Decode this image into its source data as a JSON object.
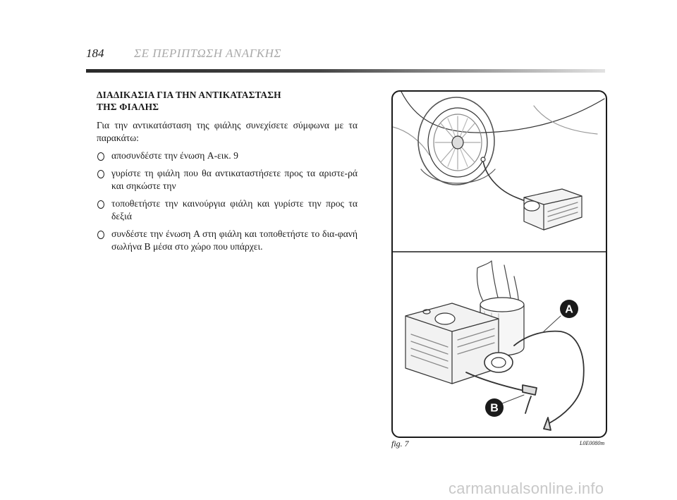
{
  "header": {
    "page_number": "184",
    "section_title": "ΣΕ ΠΕΡΙΠΤΩΣΗ ΑΝΑΓΚΗΣ"
  },
  "content": {
    "heading_line1": "ΔΙΑΔΙΚΑΣΙΑ ΓΙΑ ΤΗΝ ΑΝΤΙΚΑΤΑΣΤΑΣΗ",
    "heading_line2": "ΤΗΣ ΦΙΑΛΗΣ",
    "intro": "Για την αντικατάσταση της φιάλης συνεχίσετε σύμφωνα με τα παρακάτω:",
    "steps": [
      "αποσυνδέστε την ένωση A-εικ. 9",
      "γυρίστε τη φιάλη που θα αντικαταστήσετε προς τα αριστε-ρά και σηκώστε την",
      "τοποθετήστε την καινούργια φιάλη και γυρίστε την προς τα δεξιά",
      "συνδέστε την ένωση A στη φιάλη και τοποθετήστε το δια-φανή σωλήνα B μέσα στο χώρο που υπάρχει."
    ]
  },
  "figure": {
    "label_a": "A",
    "label_b": "B",
    "caption": "fig. 7",
    "code": "L0E0080m"
  },
  "watermark": "carmanualsonline.info"
}
